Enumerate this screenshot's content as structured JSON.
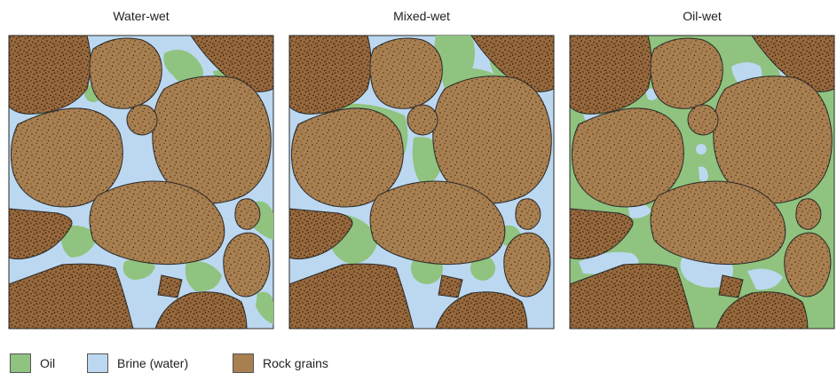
{
  "panels": [
    {
      "title": "Water-wet"
    },
    {
      "title": "Mixed-wet"
    },
    {
      "title": "Oil-wet"
    }
  ],
  "legend": [
    {
      "label": "Oil",
      "color": "#8fc37f"
    },
    {
      "label": "Brine (water)",
      "color": "#bcd8f0"
    },
    {
      "label": "Rock grains",
      "color": "#a87f50"
    }
  ],
  "colors": {
    "oil": "#8fc37f",
    "brine": "#bcd8f0",
    "rock": "#a87f50",
    "rock_dark": "#7a5630",
    "outline": "#2a2a2a"
  }
}
